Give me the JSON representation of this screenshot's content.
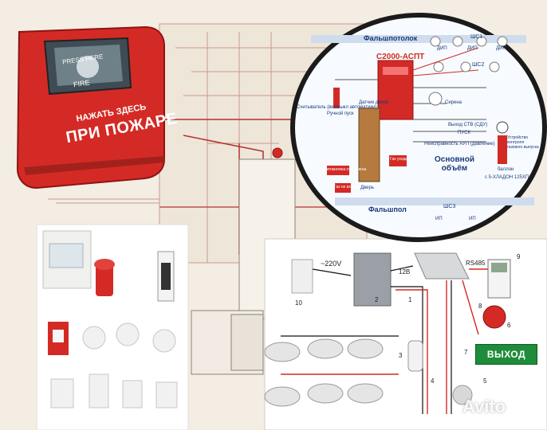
{
  "mcp": {
    "glass_top": "PRESS HERE",
    "glass_bottom": "FIRE",
    "label_small": "НАЖАТЬ ЗДЕСЬ",
    "label_big": "ПРИ ПОЖАРЕ"
  },
  "diagram": {
    "ceiling": "Фальшпотолок",
    "panel": "С2000-АСПТ",
    "reader": "Считыватель (вкл/выкл автоматики)",
    "manual_start": "Ручной пуск",
    "door_sensor": "Датчик двери",
    "siren": "Сирена",
    "out_ctv": "Выход СТВ (СДУ)",
    "start": "ПУСК",
    "fault": "Неисправность АУП (давление)",
    "main_volume": "Основной объём",
    "cylinder": "баллон",
    "cylinder_type": "с 5-ХЛАДОН 125ХП",
    "auto_off": "Автоматика отключена",
    "gas_no_enter": "Газ не входить",
    "gas_leave": "Газ уходи",
    "door": "Дверь",
    "floor": "Фальшпол",
    "zone1": "ШС1",
    "zone2": "ШС2",
    "zone3": "ШС3",
    "dip": "ДИП",
    "ip": "ИП",
    "pressure_device": "Устройство контроля газового выпуска"
  },
  "scheme": {
    "voltage": "~220V",
    "bus": "12В",
    "rs485": "RS485",
    "exit": "ВЫХОД",
    "numbers": [
      "1",
      "2",
      "3",
      "4",
      "5",
      "6",
      "7",
      "8",
      "9",
      "10"
    ]
  },
  "watermark": "Avito",
  "colors": {
    "red": "#d42a25",
    "dark_red": "#8e1412",
    "blue": "#1a3a7a",
    "green": "#1e8c3a",
    "gray": "#9aa0a6"
  }
}
